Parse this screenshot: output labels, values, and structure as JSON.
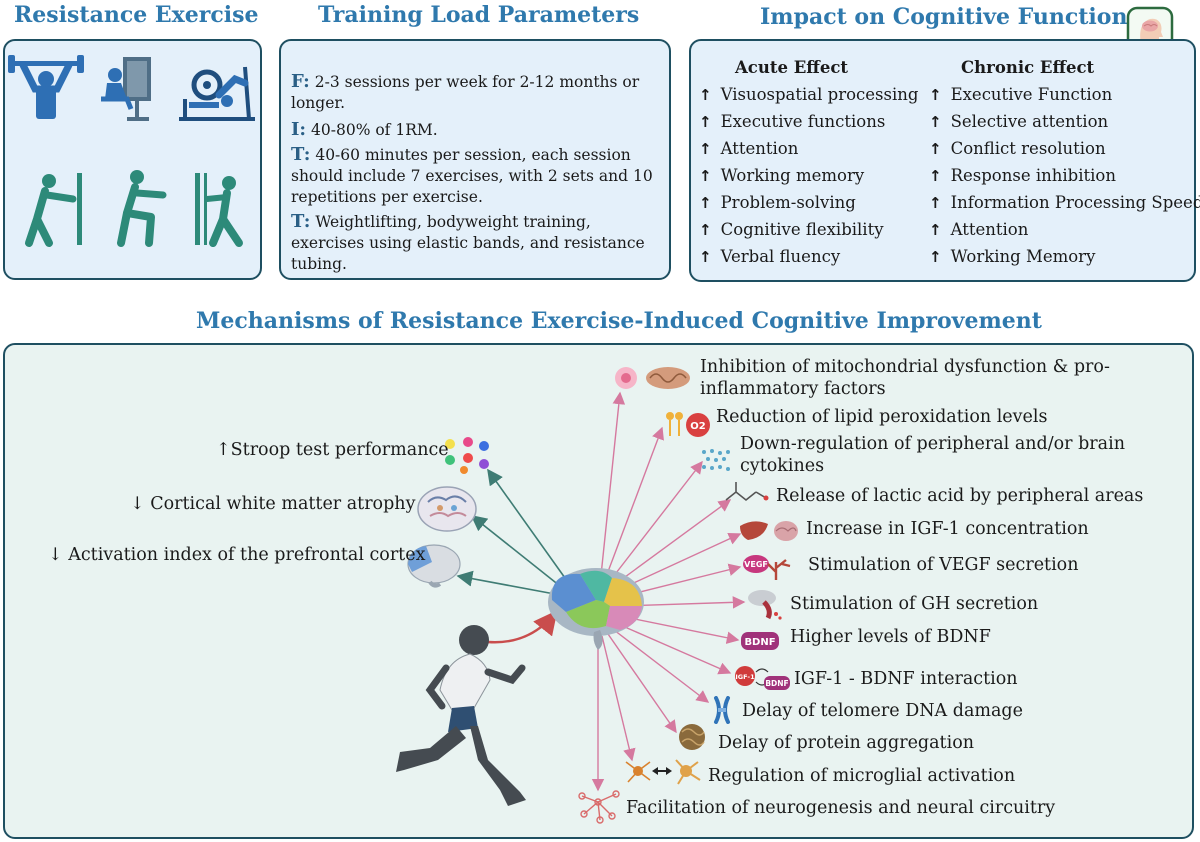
{
  "titles": {
    "resistance": "Resistance Exercise",
    "params": "Training Load Parameters",
    "impact": "Impact on Cognitive Functions",
    "mechanisms": "Mechanisms of Resistance Exercise-Induced Cognitive Improvement"
  },
  "params": [
    {
      "key": "F:",
      "text": " 2-3 sessions per week for 2-12 months or longer."
    },
    {
      "key": "I:",
      "text": " 40-80% of 1RM."
    },
    {
      "key": "T:",
      "text": " 40-60 minutes per session, each session should include 7 exercises, with 2 sets and 10 repetitions per exercise."
    },
    {
      "key": "T:",
      "text": " Weightlifting, bodyweight training, exercises using elastic bands, and   resistance tubing."
    }
  ],
  "impact": {
    "acute_header": "Acute Effect",
    "chronic_header": "Chronic Effect",
    "acute": [
      "Visuospatial processing",
      "Executive functions",
      "Attention",
      "Working memory",
      "Problem-solving",
      "Cognitive flexibility",
      "Verbal fluency"
    ],
    "chronic": [
      "Executive Function",
      "Selective attention",
      "Conflict resolution",
      "Response inhibition",
      "Information Processing Speed",
      "Attention",
      "Working Memory"
    ]
  },
  "outcomes": [
    {
      "arrow": "↑",
      "text": "Stroop test performance"
    },
    {
      "arrow": "↓",
      "text": " Cortical white matter atrophy"
    },
    {
      "arrow": "↓",
      "text": " Activation index of the prefrontal cortex"
    }
  ],
  "mechanisms": {
    "m0": "Inhibition of mitochondrial dysfunction & pro-",
    "m0b": "inflammatory factors",
    "m1": "Reduction of lipid peroxidation levels",
    "m2": "Down-regulation of peripheral and/or brain",
    "m2b": "cytokines",
    "m3": "Release of lactic acid by peripheral areas",
    "m4": "Increase in IGF-1 concentration",
    "m5": "Stimulation of VEGF secretion",
    "m6": "Stimulation of GH secretion",
    "m7": "Higher levels of BDNF",
    "m8": "IGF-1 - BDNF interaction",
    "m9": "Delay of telomere DNA damage",
    "m10": "Delay of  protein aggregation",
    "m11": "Regulation of microglial activation",
    "m12": "Facilitation of neurogenesis and neural circuitry"
  },
  "icon_labels": {
    "vegf": "VEGF",
    "bdnf": "BDNF",
    "igf": "IGF-1",
    "o2": "O2"
  },
  "colors": {
    "title_blue": "#2f79ad",
    "panel_border": "#1e4f61",
    "panel_fill": "#e4f0fa",
    "mech_fill": "#e9f3f1",
    "pink_arrow": "#d5799f",
    "teal_arrow": "#3f7c74",
    "icon_blue": "#2e6fb4",
    "figure_green": "#2d8a79"
  }
}
